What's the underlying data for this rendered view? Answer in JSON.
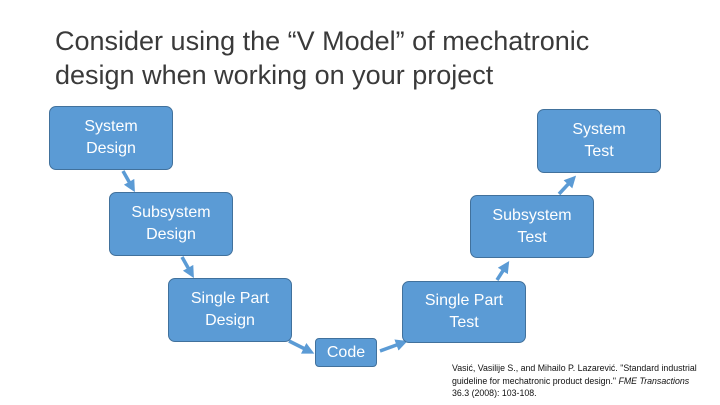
{
  "title": {
    "line1": "Consider using the “V Model” of mechatronic",
    "line2": "design when working on your project"
  },
  "nodes": {
    "system_design": {
      "line1": "System",
      "line2": "Design"
    },
    "subsystem_design": {
      "line1": "Subsystem",
      "line2": "Design"
    },
    "single_part_design": {
      "line1": "Single Part",
      "line2": "Design"
    },
    "code": {
      "line1": "Code"
    },
    "single_part_test": {
      "line1": "Single Part",
      "line2": "Test"
    },
    "subsystem_test": {
      "line1": "Subsystem",
      "line2": "Test"
    },
    "system_test": {
      "line1": "System",
      "line2": "Test"
    }
  },
  "citation": {
    "authors_title": "Vasić, Vasilije S., and Mihailo P. Lazarević. \"Standard industrial guideline for mechatronic product design.\"",
    "journal": "FME Transactions",
    "details": "36.3 (2008): 103-108."
  },
  "colors": {
    "box_fill": "#5b9bd5",
    "box_border": "#41719c",
    "arrow": "#5b9bd5",
    "title_text": "#3a3a3a"
  }
}
